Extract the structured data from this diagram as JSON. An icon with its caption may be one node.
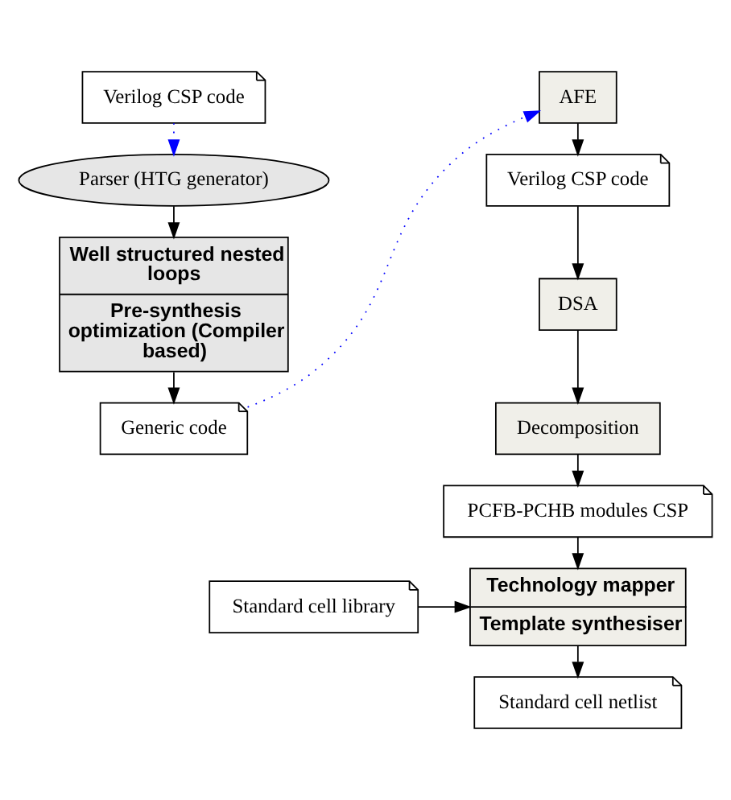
{
  "diagram": {
    "nodes": [
      {
        "text": [
          "Verilog CSP code"
        ]
      },
      {
        "text": [
          "Parser (HTG generator)"
        ]
      },
      {
        "text": [
          "Well structured nested loops",
          "Pre-synthesis optimization (Compiler based)"
        ]
      },
      {
        "text": [
          "Generic code"
        ]
      },
      {
        "text": [
          "AFE"
        ]
      },
      {
        "text": [
          "Verilog CSP code"
        ]
      },
      {
        "text": [
          "DSA"
        ]
      },
      {
        "text": [
          "Decomposition"
        ]
      },
      {
        "text": [
          "PCFB-PCHB modules CSP"
        ]
      },
      {
        "text": [
          "Technology mapper",
          "Template synthesiser"
        ]
      },
      {
        "text": [
          "Standard cell library"
        ]
      },
      {
        "text": [
          "Standard cell netlist"
        ]
      }
    ],
    "edges": [
      {
        "from": 0,
        "to": 1,
        "arrow": "to",
        "style": "dashed",
        "color": "#0000ff"
      },
      {
        "from": 1,
        "to": 2,
        "arrow": "to"
      },
      {
        "from": 2,
        "to": 3,
        "arrow": "to"
      },
      {
        "from": 3,
        "to": 4,
        "arrow": "to",
        "style": "dashed",
        "color": "#0000ff"
      },
      {
        "from": 4,
        "to": 5,
        "arrow": "to"
      },
      {
        "from": 5,
        "to": 6,
        "arrow": "to"
      },
      {
        "from": 6,
        "to": 7,
        "arrow": "to"
      },
      {
        "from": 7,
        "to": 8,
        "arrow": "to"
      },
      {
        "from": 8,
        "to": 9,
        "arrow": "to"
      },
      {
        "from": 10,
        "to": 9,
        "arrow": "to"
      },
      {
        "from": 9,
        "to": 11,
        "arrow": "to"
      }
    ]
  }
}
